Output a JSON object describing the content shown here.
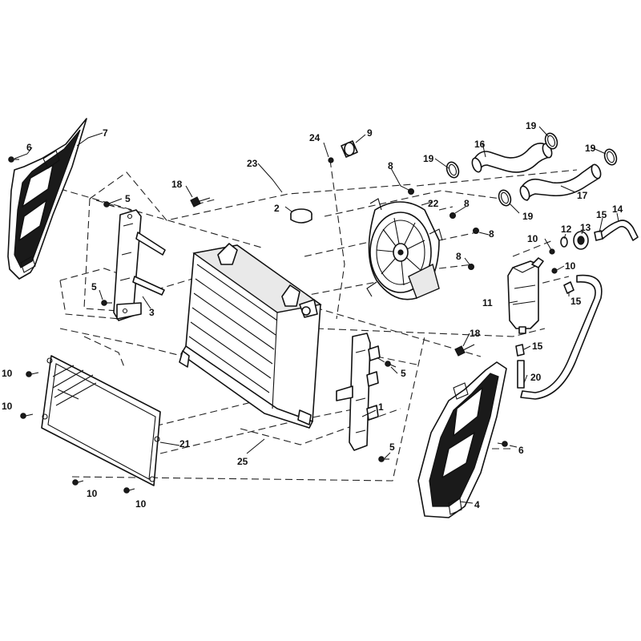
{
  "callouts": [
    {
      "id": "c1",
      "text": "1"
    },
    {
      "id": "c2",
      "text": "2"
    },
    {
      "id": "c3",
      "text": "3"
    },
    {
      "id": "c4",
      "text": "4"
    },
    {
      "id": "c5a",
      "text": "5"
    },
    {
      "id": "c5b",
      "text": "5"
    },
    {
      "id": "c5c",
      "text": "5"
    },
    {
      "id": "c5d",
      "text": "5"
    },
    {
      "id": "c6a",
      "text": "6"
    },
    {
      "id": "c6b",
      "text": "6"
    },
    {
      "id": "c7",
      "text": "7"
    },
    {
      "id": "c8a",
      "text": "8"
    },
    {
      "id": "c8b",
      "text": "8"
    },
    {
      "id": "c8c",
      "text": "8"
    },
    {
      "id": "c8d",
      "text": "8"
    },
    {
      "id": "c9",
      "text": "9"
    },
    {
      "id": "c10a",
      "text": "10"
    },
    {
      "id": "c10b",
      "text": "10"
    },
    {
      "id": "c10c",
      "text": "10"
    },
    {
      "id": "c10d",
      "text": "10"
    },
    {
      "id": "c10e",
      "text": "10"
    },
    {
      "id": "c10f",
      "text": "10"
    },
    {
      "id": "c11",
      "text": "11"
    },
    {
      "id": "c12",
      "text": "12"
    },
    {
      "id": "c13",
      "text": "13"
    },
    {
      "id": "c14",
      "text": "14"
    },
    {
      "id": "c15a",
      "text": "15"
    },
    {
      "id": "c15b",
      "text": "15"
    },
    {
      "id": "c15c",
      "text": "15"
    },
    {
      "id": "c16",
      "text": "16"
    },
    {
      "id": "c17",
      "text": "17"
    },
    {
      "id": "c18a",
      "text": "18"
    },
    {
      "id": "c18b",
      "text": "18"
    },
    {
      "id": "c19a",
      "text": "19"
    },
    {
      "id": "c19b",
      "text": "19"
    },
    {
      "id": "c19c",
      "text": "19"
    },
    {
      "id": "c19d",
      "text": "19"
    },
    {
      "id": "c20",
      "text": "20"
    },
    {
      "id": "c21",
      "text": "21"
    },
    {
      "id": "c22",
      "text": "22"
    },
    {
      "id": "c23",
      "text": "23"
    },
    {
      "id": "c24",
      "text": "24"
    },
    {
      "id": "c25",
      "text": "25"
    }
  ]
}
